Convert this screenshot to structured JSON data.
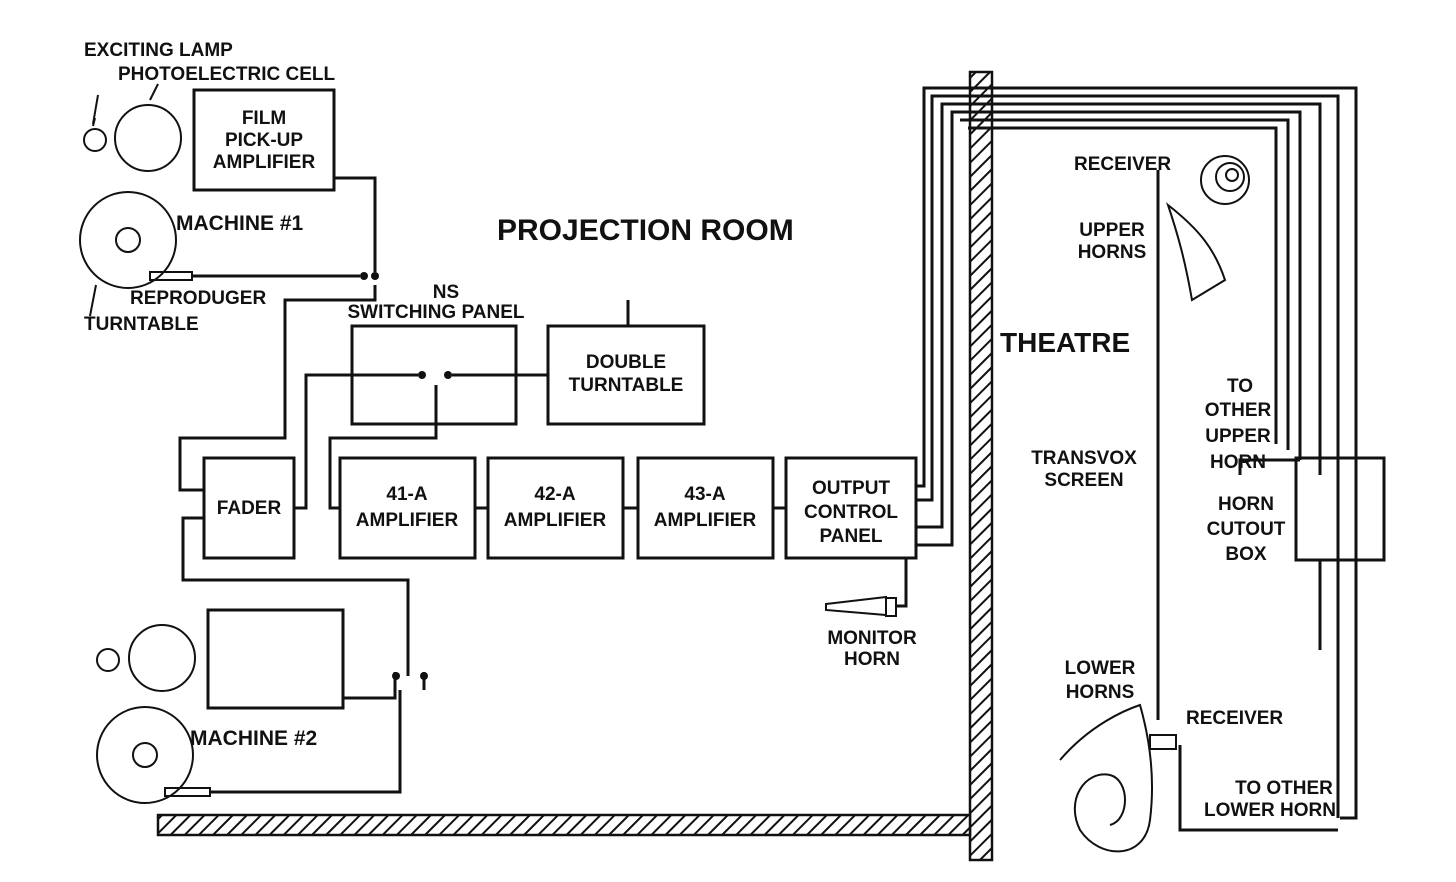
{
  "labels": {
    "exciting_lamp": "EXCITING LAMP",
    "photoelectric_cell": "PHOTOELECTRIC CELL",
    "film_pickup": [
      "FILM",
      "PICK-UP",
      "AMPLIFIER"
    ],
    "machine1": "MACHINE #1",
    "reproducer": "REPRODUGER",
    "turntable": "TURNTABLE",
    "projection_room": "PROJECTION ROOM",
    "ns_switching": [
      "NS",
      "SWITCHING PANEL"
    ],
    "double_turntable": [
      "DOUBLE",
      "TURNTABLE"
    ],
    "fader": "FADER",
    "amp41": [
      "41-A",
      "AMPLIFIER"
    ],
    "amp42": [
      "42-A",
      "AMPLIFIER"
    ],
    "amp43": [
      "43-A",
      "AMPLIFIER"
    ],
    "output_panel": [
      "OUTPUT",
      "CONTROL",
      "PANEL"
    ],
    "monitor_horn": [
      "MONITOR",
      "HORN"
    ],
    "machine2": "MACHINE #2",
    "theatre": "THEATRE",
    "receiver_upper": "RECEIVER",
    "upper_horns": [
      "UPPER",
      "HORNS"
    ],
    "transvox": [
      "TRANSVOX",
      "SCREEN"
    ],
    "to_other_upper": [
      "TO",
      "OTHER",
      "UPPER",
      "HORN"
    ],
    "horn_cutout": [
      "HORN",
      "CUTOUT",
      "BOX"
    ],
    "lower_horns": [
      "LOWER",
      "HORNS"
    ],
    "receiver_lower": "RECEIVER",
    "to_other_lower": [
      "TO OTHER",
      "LOWER HORN"
    ]
  }
}
